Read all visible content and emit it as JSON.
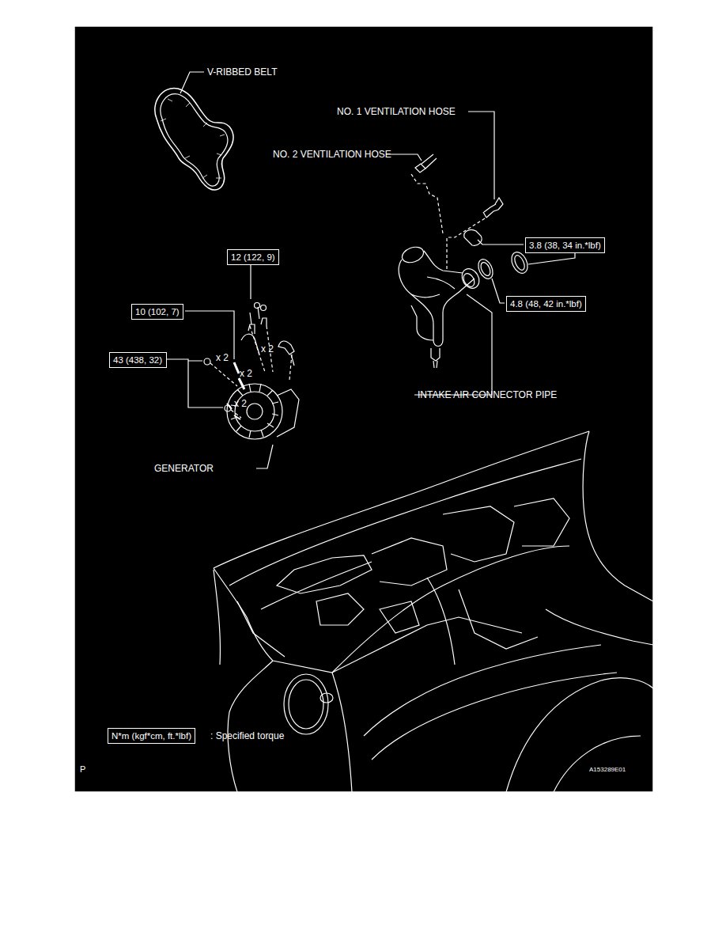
{
  "diagram": {
    "nodes": [
      {
        "text": [
          "12 (122, 9)"
        ]
      },
      {
        "text": [
          "3.8 (38, 34 in.*lbf)"
        ]
      },
      {
        "text": [
          "10 (102, 7)"
        ]
      },
      {
        "text": [
          "4.8 (48, 42 in.*lbf)"
        ]
      },
      {
        "text": [
          "43 (438, 32)"
        ]
      },
      {
        "text": [
          "N*m (kgf*cm, ft.*lbf)"
        ]
      }
    ],
    "labels": [
      "V-RIBBED BELT",
      "NO. 1 VENTILATION HOSE",
      "NO. 2 VENTILATION HOSE",
      "x 2",
      "x 2",
      "x 2",
      "x 2",
      "INTAKE AIR CONNECTOR PIPE",
      "GENERATOR",
      ": Specified torque",
      "P",
      "A153289E01"
    ]
  }
}
